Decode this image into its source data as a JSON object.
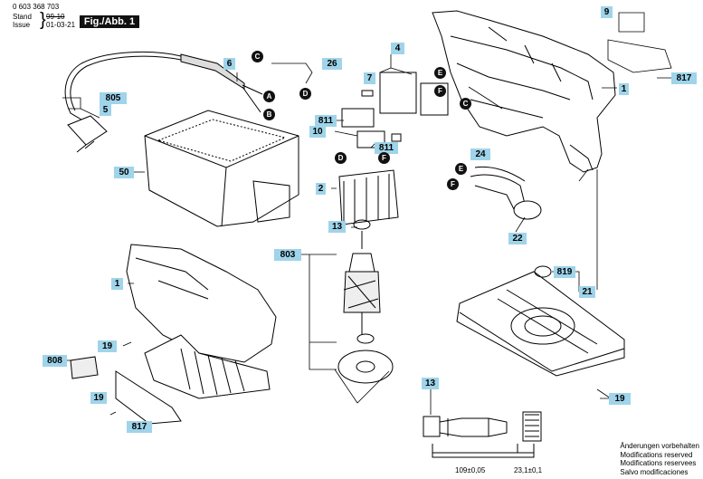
{
  "header": {
    "doc_number": "0 603 368 703",
    "stand_label": "Stand",
    "stand_value": "99-10",
    "issue_label": "Issue",
    "issue_value": "01-03-21",
    "fig_label": "Fig./Abb. 1"
  },
  "parts": [
    "9",
    "1",
    "817",
    "4",
    "7",
    "6",
    "26",
    "805",
    "5",
    "50",
    "811",
    "10",
    "811",
    "24",
    "2",
    "13",
    "803",
    "22",
    "1",
    "819",
    "21",
    "19",
    "808",
    "19",
    "817",
    "19",
    "13"
  ],
  "refs": [
    "C",
    "A",
    "B",
    "D",
    "E",
    "F",
    "C",
    "D",
    "F",
    "E",
    "F"
  ],
  "dimensions": {
    "length": "109±0,05",
    "offset": "23,1±0,1"
  },
  "notes": [
    "Änderungen vorbehalten",
    "Modifications reserved",
    "Modifications reservees",
    "Salvo modificaciones"
  ],
  "colors": {
    "tag_fill": "#9fd4ea",
    "ink": "#000000"
  }
}
